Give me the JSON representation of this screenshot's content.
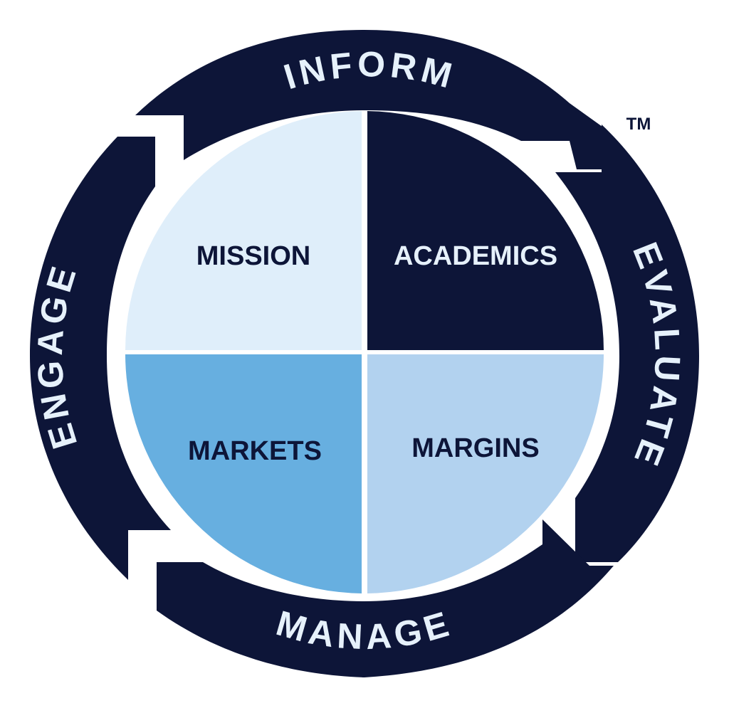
{
  "cycle": {
    "inform": "INFORM",
    "evaluate": "EVALUATE",
    "manage": "MANAGE",
    "engage": "ENGAGE"
  },
  "quadrants": {
    "mission": "MISSION",
    "academics": "ACADEMICS",
    "markets": "MARKETS",
    "margins": "MARGINS"
  },
  "trademark": "TM",
  "colors": {
    "navy": "#0d1538",
    "mission_fill": "#dfeefa",
    "markets_fill": "#67afe0",
    "margins_fill": "#b2d2ef",
    "ring_text": "#e6f1fb",
    "dark_text": "#0d1538"
  }
}
